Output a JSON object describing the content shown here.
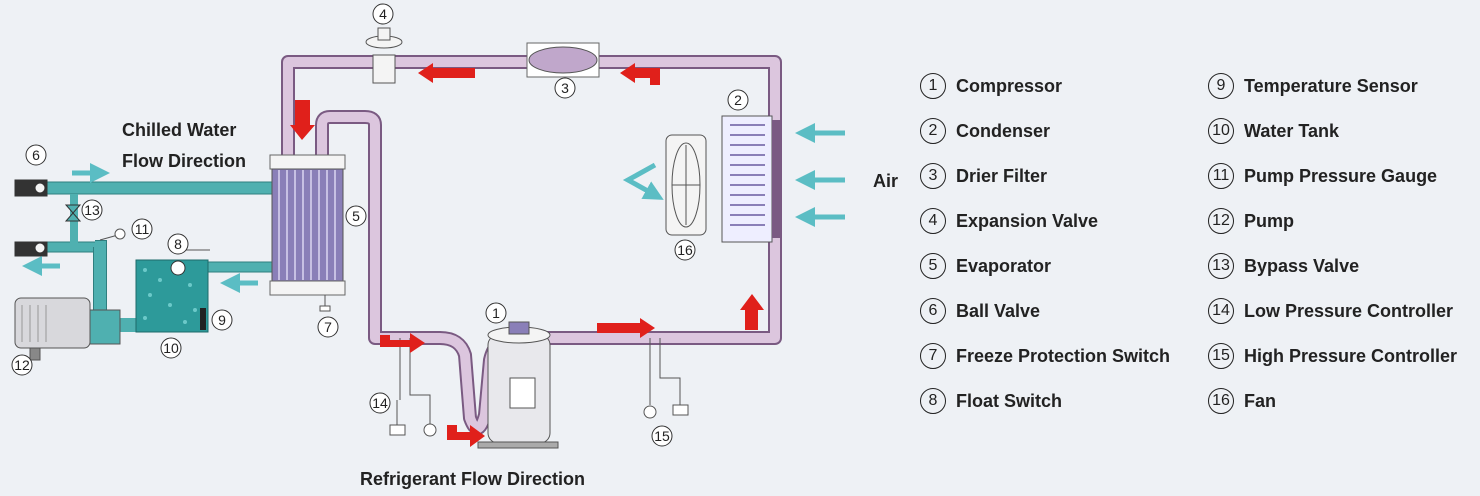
{
  "labels": {
    "chilled_water": "Chilled Water",
    "flow_direction": "Flow Direction",
    "air": "Air",
    "refrigerant_flow": "Refrigerant Flow Direction"
  },
  "markers": {
    "m1": "1",
    "m2": "2",
    "m3": "3",
    "m4": "4",
    "m5": "5",
    "m6": "6",
    "m7": "7",
    "m8": "8",
    "m9": "9",
    "m10": "10",
    "m11": "11",
    "m12": "12",
    "m13": "13",
    "m14": "14",
    "m15": "15",
    "m16": "16"
  },
  "legend": [
    {
      "num": "1",
      "text": "Compressor"
    },
    {
      "num": "2",
      "text": "Condenser"
    },
    {
      "num": "3",
      "text": "Drier Filter"
    },
    {
      "num": "4",
      "text": "Expansion Valve"
    },
    {
      "num": "5",
      "text": "Evaporator"
    },
    {
      "num": "6",
      "text": "Ball Valve"
    },
    {
      "num": "7",
      "text": "Freeze Protection Switch"
    },
    {
      "num": "8",
      "text": "Float Switch"
    },
    {
      "num": "9",
      "text": "Temperature Sensor"
    },
    {
      "num": "10",
      "text": "Water Tank"
    },
    {
      "num": "11",
      "text": "Pump Pressure Gauge"
    },
    {
      "num": "12",
      "text": "Pump"
    },
    {
      "num": "13",
      "text": "Bypass Valve"
    },
    {
      "num": "14",
      "text": "Low Pressure Controller"
    },
    {
      "num": "15",
      "text": "High Pressure Controller"
    },
    {
      "num": "16",
      "text": "Fan"
    }
  ],
  "colors": {
    "refrigerant_pipe": "#d9c3dc",
    "water_pipe": "#4fb0b0",
    "flow_arrow": "#e0201b",
    "air_arrow": "#5bbdc4"
  }
}
